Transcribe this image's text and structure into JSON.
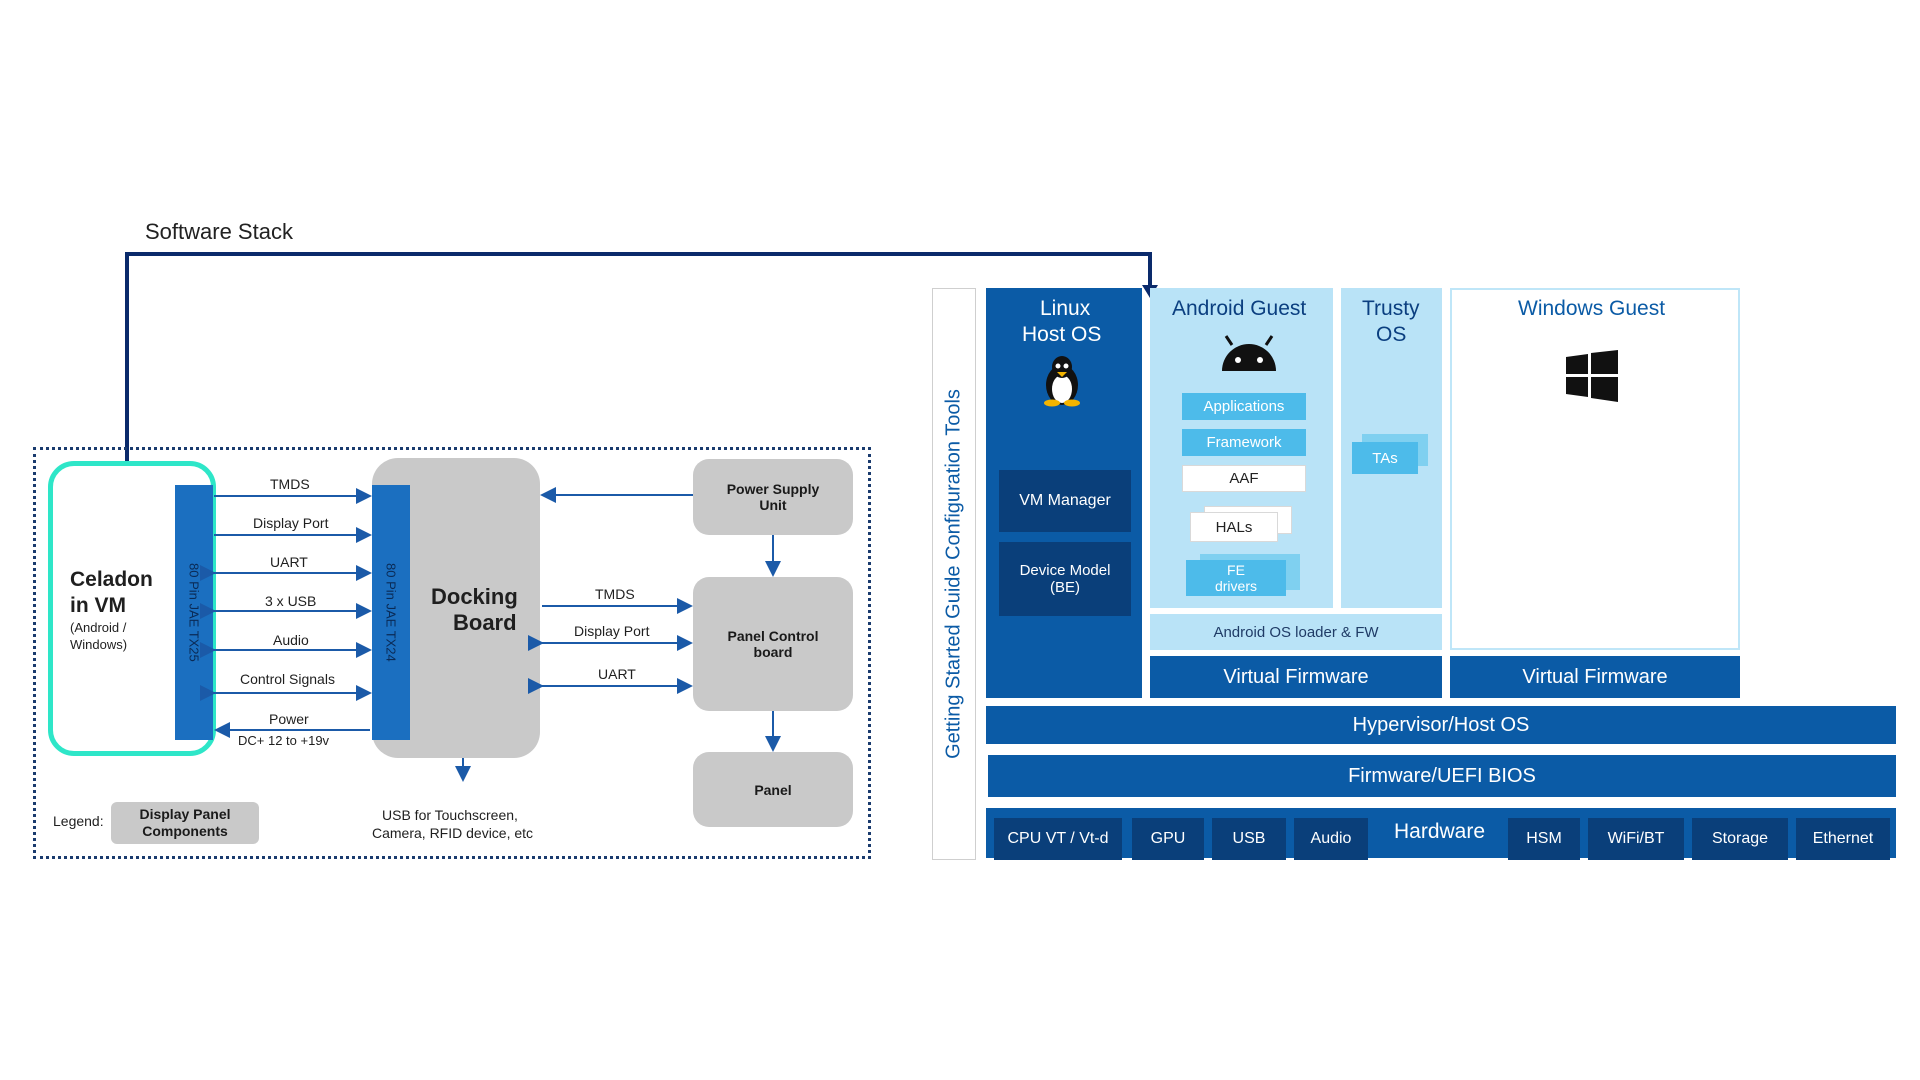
{
  "title": "Software Stack",
  "hardware_block": {
    "legend_label": "Legend:",
    "legend_box": "Display Panel Components",
    "celadon": {
      "title_line1": "Celadon",
      "title_line2": "in VM",
      "subtitle_line1": "(Android /",
      "subtitle_line2": "Windows)"
    },
    "connector_left": "80 Pin JAE TX25",
    "connector_right": "80 Pin JAE TX24",
    "signals_left": [
      "TMDS",
      "Display Port",
      "UART",
      "3 x USB",
      "Audio",
      "Control Signals",
      "Power"
    ],
    "power_note": "DC+ 12 to +19v",
    "docking_board": {
      "line1": "Docking",
      "line2": "Board"
    },
    "signals_right": [
      "TMDS",
      "Display Port",
      "UART"
    ],
    "power_supply": {
      "line1": "Power Supply",
      "line2": "Unit"
    },
    "panel_control": {
      "line1": "Panel Control",
      "line2": "board"
    },
    "panel": "Panel",
    "usb_note": {
      "line1": "USB for Touchscreen,",
      "line2": "Camera, RFID device, etc"
    }
  },
  "software_stack": {
    "side_label": "Getting Started Guide Configuration Tools",
    "linux": {
      "line1": "Linux",
      "line2": "Host OS",
      "vm_manager": "VM Manager",
      "device_model_line1": "Device Model",
      "device_model_line2": "(BE)"
    },
    "android": {
      "title": "Android Guest",
      "applications": "Applications",
      "framework": "Framework",
      "aaf": "AAF",
      "hals": "HALs",
      "fe_line1": "FE",
      "fe_line2": "drivers",
      "loader": "Android OS loader & FW"
    },
    "trusty": {
      "line1": "Trusty",
      "line2": "OS",
      "tas": "TAs"
    },
    "windows": {
      "title": "Windows Guest"
    },
    "virtual_firmware": [
      "Virtual Firmware",
      "Virtual Firmware"
    ],
    "hypervisor": "Hypervisor/Host OS",
    "firmware": "Firmware/UEFI BIOS",
    "hardware": {
      "items_left": [
        "CPU VT / Vt-d",
        "GPU",
        "USB",
        "Audio"
      ],
      "label": "Hardware",
      "items_right": [
        "HSM",
        "WiFi/BT",
        "Storage",
        "Ethernet"
      ]
    }
  },
  "colors": {
    "accent_dark": "#0b5ba6",
    "accent_deep": "#0a3f7a",
    "accent_light": "#b9e3f7",
    "chip": "#4dbbea",
    "celadon_border": "#2ee6c8",
    "line": "#0a2a6b"
  }
}
